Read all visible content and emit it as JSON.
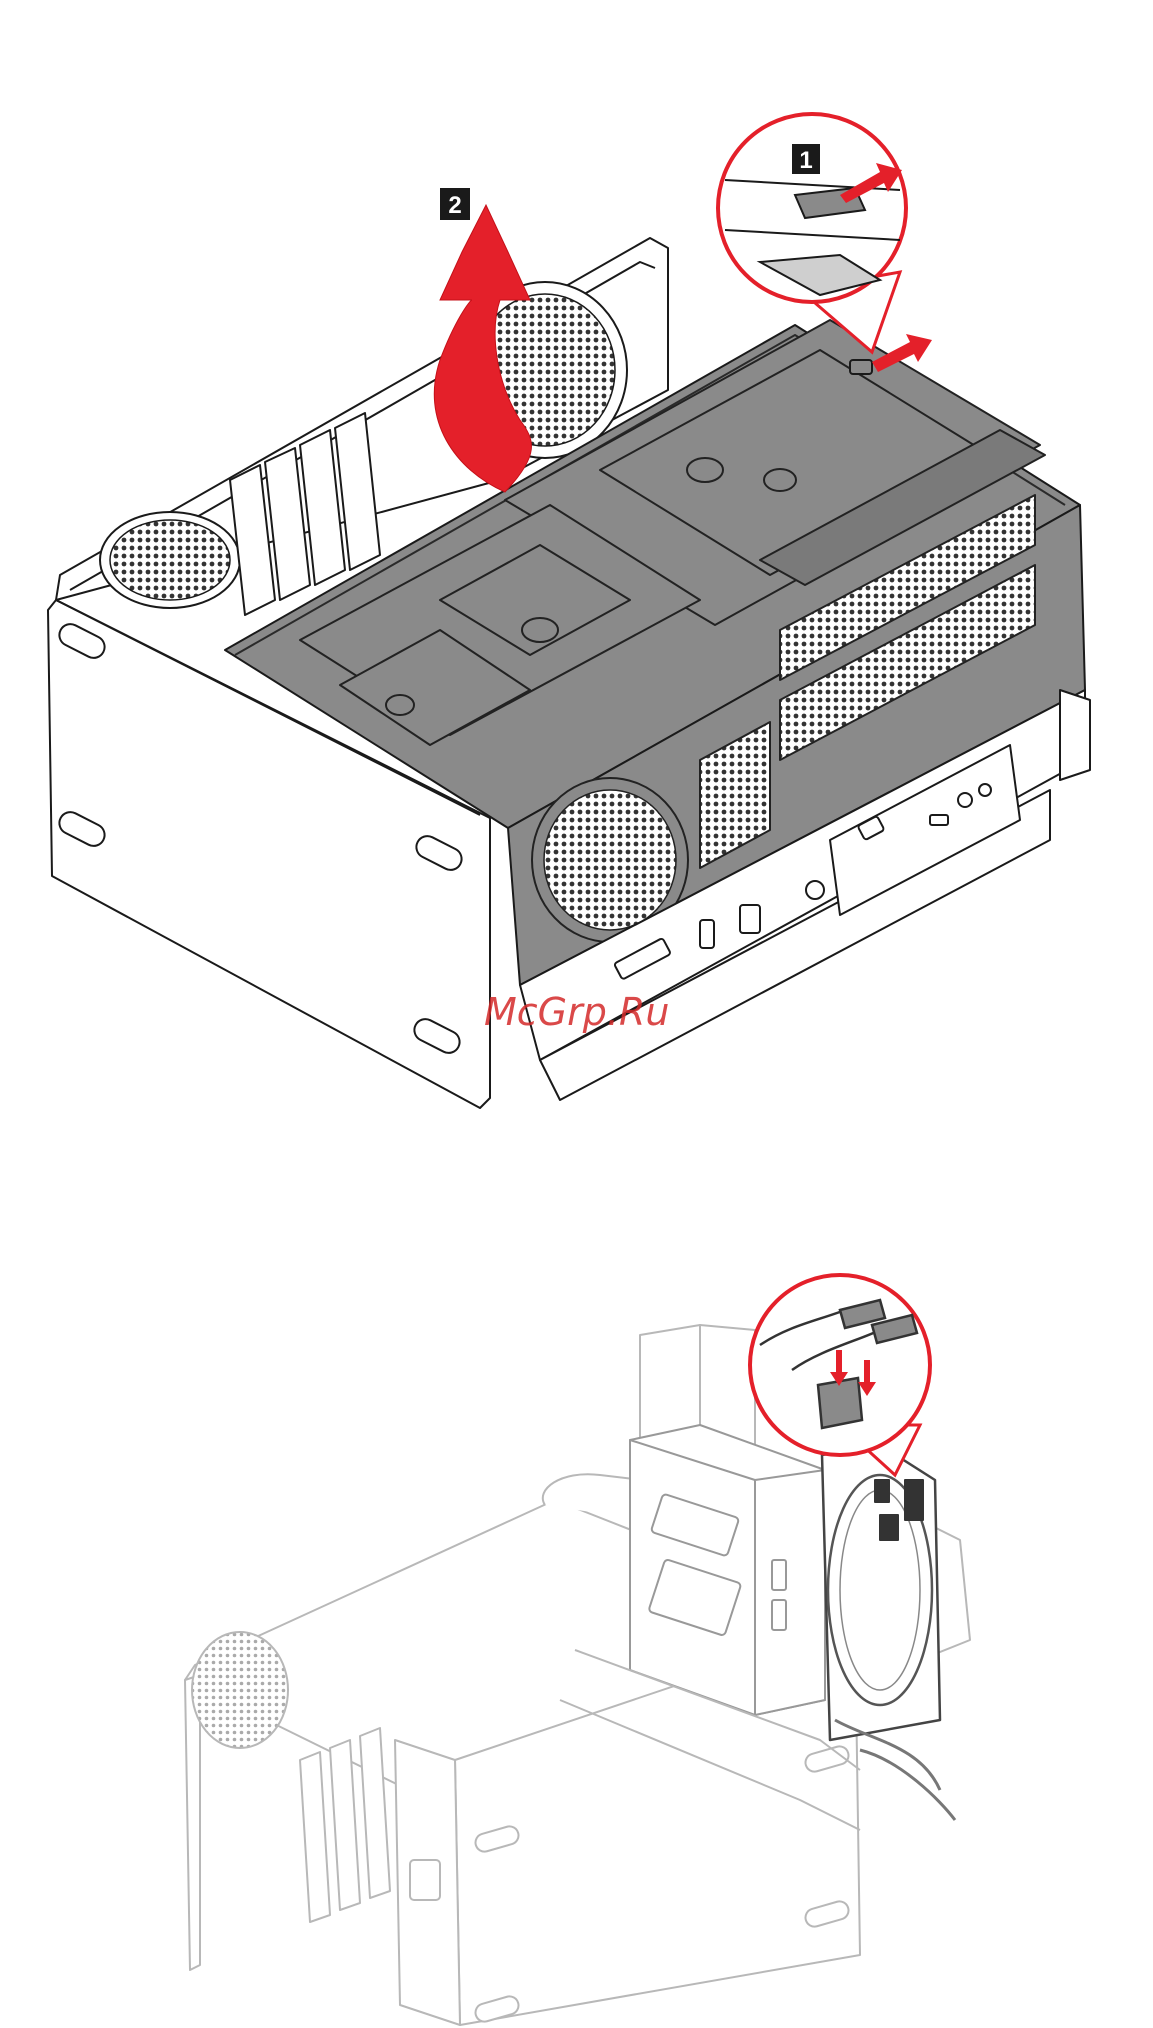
{
  "figure_top": {
    "callouts": [
      {
        "label": "1"
      },
      {
        "label": "2"
      }
    ],
    "watermark": "McGrp.Ru"
  },
  "colors": {
    "accent_red": "#e4202a",
    "panel_gray": "#8a8a8a",
    "line_black": "#1a1a1a",
    "line_light": "#b8b8b8"
  }
}
